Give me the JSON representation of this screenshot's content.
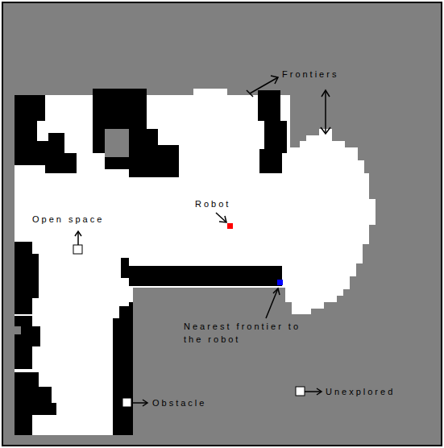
{
  "diagram": {
    "labels": [
      "Frontiers",
      "Robot",
      "Open space",
      "Nearest frontier to the robot",
      "Obstacle",
      "Unexplored"
    ]
  }
}
